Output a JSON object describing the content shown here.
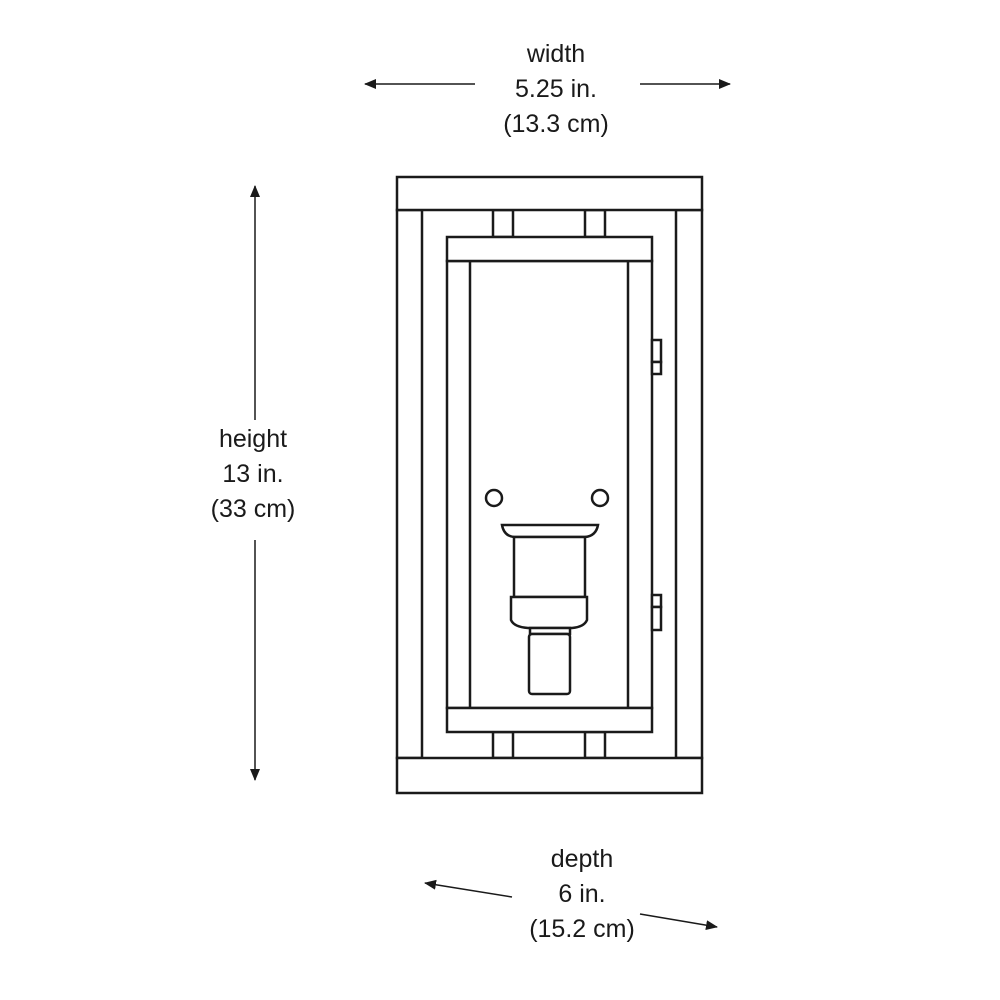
{
  "dimensions": {
    "width": {
      "label": "width",
      "imperial": "5.25 in.",
      "metric": "(13.3 cm)"
    },
    "height": {
      "label": "height",
      "imperial": "13 in.",
      "metric": "(33 cm)"
    },
    "depth": {
      "label": "depth",
      "imperial": "6 in.",
      "metric": "(15.2 cm)"
    }
  },
  "colors": {
    "line": "#1a1a1a",
    "background": "#ffffff"
  }
}
